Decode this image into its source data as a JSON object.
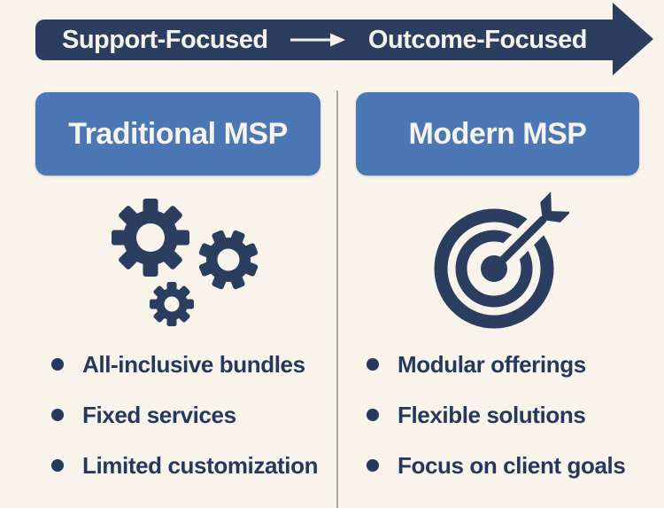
{
  "banner": {
    "left_label": "Support-Focused",
    "right_label": "Outcome-Focused"
  },
  "columns": [
    {
      "title": "Traditional MSP",
      "icon": "gears-icon",
      "items": [
        "All-inclusive bundles",
        "Fixed services",
        "Limited customization"
      ]
    },
    {
      "title": "Modern MSP",
      "icon": "target-icon",
      "items": [
        "Modular offerings",
        "Flexible solutions",
        "Focus on client goals"
      ]
    }
  ],
  "colors": {
    "background": "#f8f4ec",
    "banner_navy": "#2b3e60",
    "header_blue": "#4b77b5",
    "text_navy": "#26395c",
    "banner_text": "#f6f3ec",
    "divider_gray": "#a5a5a5"
  }
}
